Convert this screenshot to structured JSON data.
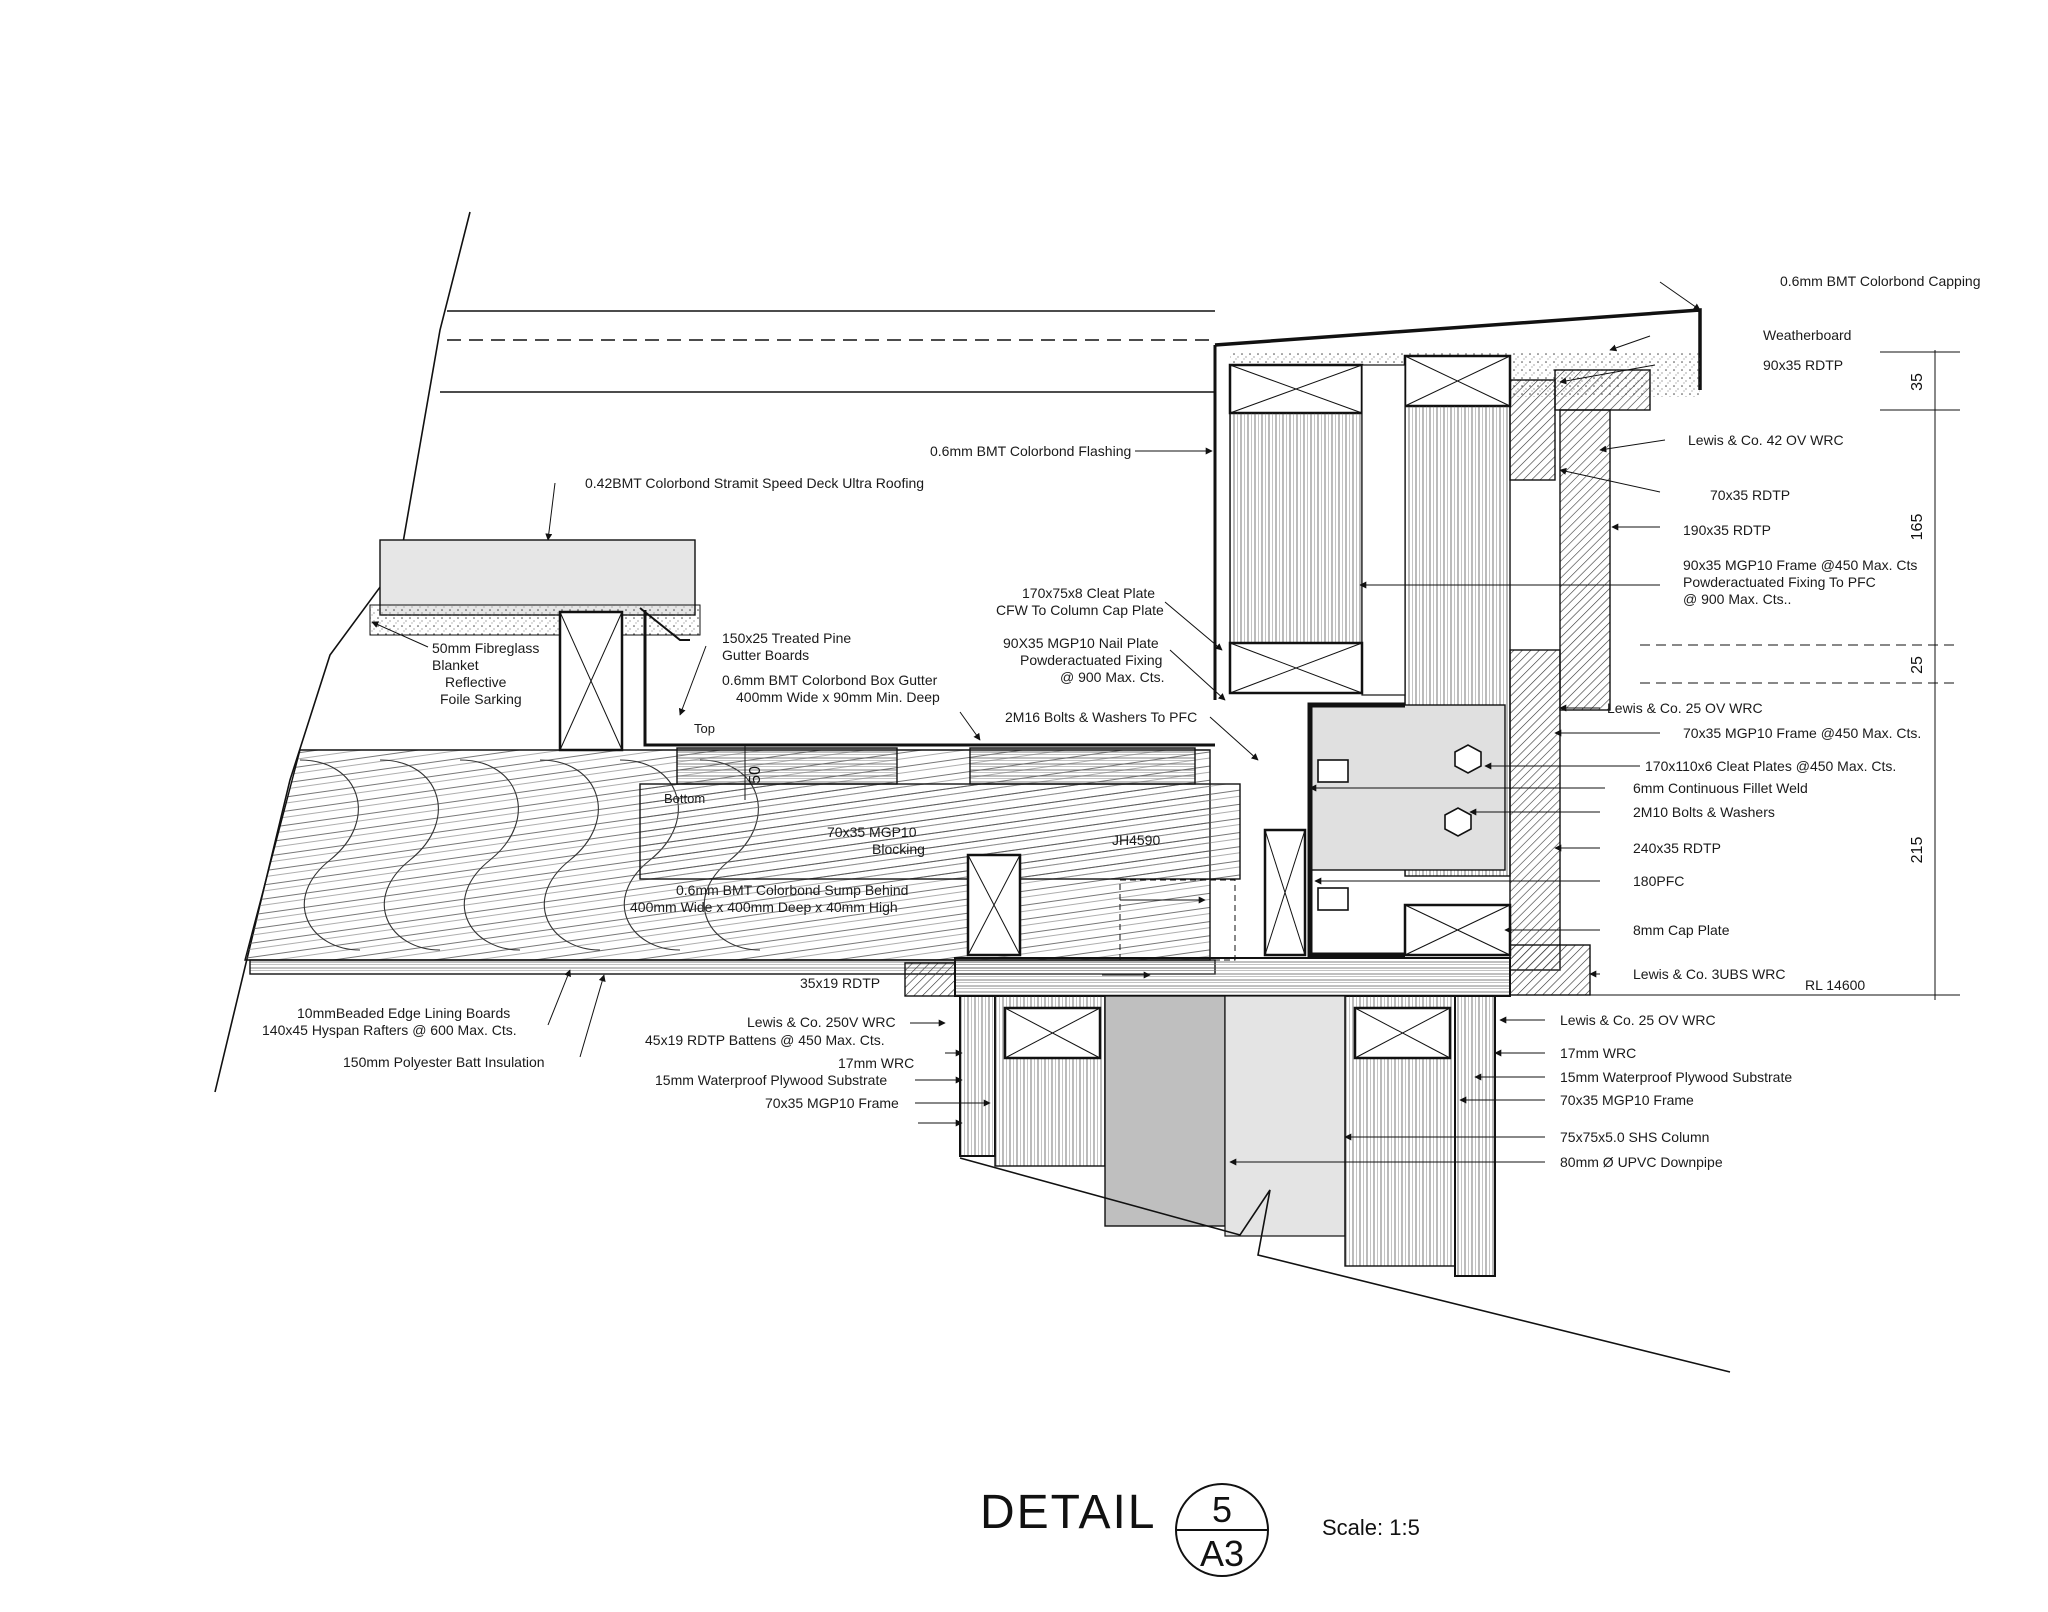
{
  "left_labels": {
    "roofing": "0.42BMT Colorbond Stramit  Speed Deck Ultra Roofing",
    "flashing": "0.6mm BMT Colorbond Flashing",
    "blanket": "50mm Fibreglass",
    "blanket2": "Blanket",
    "blanket3": "Reflective",
    "blanket4": "Foile Sarking",
    "gutter_boards": "150x25 Treated Pine",
    "gutter_boards2": "Gutter Boards",
    "box_gutter": "0.6mm BMT Colorbond Box Gutter",
    "box_gutter2": "400mm Wide x 90mm Min. Deep",
    "cleat": "170x75x8 Cleat Plate",
    "cleat2": "CFW To Column Cap Plate",
    "nailplate": "90X35 MGP10 Nail Plate",
    "nailplate2": "Powderactuated Fixing",
    "nailplate3": "@ 900 Max. Cts.",
    "bolts": "2M16 Bolts & Washers To PFC",
    "top": "Top",
    "bottom": "Bottom",
    "blocking": "70x35 MGP10",
    "blocking2": "Blocking",
    "sump": "0.6mm BMT Colorbond Sump Behind",
    "sump2": "400mm Wide x 400mm Deep x 40mm High",
    "jh": "JH4590",
    "rdtp_3519": "35x19 RDTP",
    "lining": "10mmBeaded Edge Lining Boards",
    "rafters": "140x45 Hyspan Rafters @ 600 Max. Cts.",
    "batt": "150mm Polyester Batt Insulation",
    "lewis250v": "Lewis & Co. 250V WRC",
    "battens": "45x19 RDTP Battens @ 450 Max. Cts.",
    "wrc17": "17mm WRC",
    "plywood15": "15mm Waterproof Plywood Substrate",
    "frame7035": "70x35 MGP10 Frame"
  },
  "right_labels": {
    "capping": "0.6mm BMT Colorbond Capping",
    "weatherboard": "Weatherboard",
    "rdtp9035": "90x35 RDTP",
    "lewis42": "Lewis & Co. 42 OV WRC",
    "rdtp7035": "70x35 RDTP",
    "rdtp19035": "190x35 RDTP",
    "frame9035": "90x35 MGP10 Frame @450 Max. Cts",
    "frame9035b": "Powderactuated Fixing To PFC",
    "frame9035c": "@ 900 Max. Cts..",
    "lewis25": "Lewis & Co. 25 OV WRC",
    "frame7035": "70x35 MGP10 Frame @450 Max. Cts.",
    "cleats": "170x110x6 Cleat Plates @450 Max. Cts.",
    "weld": "6mm Continuous Fillet Weld",
    "bolts": "2M10 Bolts & Washers",
    "rdtp24035": "240x35 RDTP",
    "pfc": "180PFC",
    "capplate": "8mm Cap Plate",
    "lewis3ubs": "Lewis & Co. 3UBS WRC",
    "rl": "RL 14600",
    "lewis25b": "Lewis & Co. 25 OV WRC",
    "wrc17": "17mm WRC",
    "plywood15": "15mm Waterproof Plywood Substrate",
    "frame7035b": "70x35 MGP10 Frame",
    "shs": "75x75x5.0 SHS Column",
    "downpipe": "80mm Ø UPVC Downpipe"
  },
  "dimensions": {
    "d35": "35",
    "d165": "165",
    "d25": "25",
    "d215": "215",
    "d50": "50"
  },
  "title_block": {
    "title": "DETAIL",
    "number": "5",
    "sheet": "A3",
    "scale": "Scale: 1:5"
  }
}
